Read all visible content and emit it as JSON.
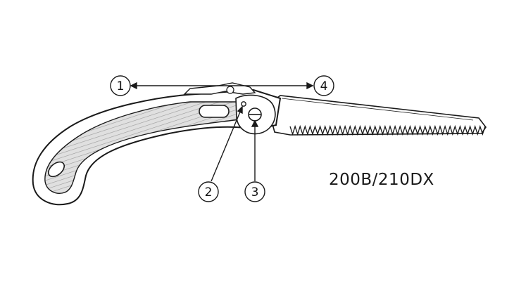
{
  "model_label": "200B/210DX",
  "callouts": [
    {
      "id": "1",
      "label": "1"
    },
    {
      "id": "2",
      "label": "2"
    },
    {
      "id": "3",
      "label": "3"
    },
    {
      "id": "4",
      "label": "4"
    }
  ],
  "colors": {
    "line": "#1a1a1a",
    "grip_fill": "#d9d9d9",
    "background": "#ffffff"
  }
}
